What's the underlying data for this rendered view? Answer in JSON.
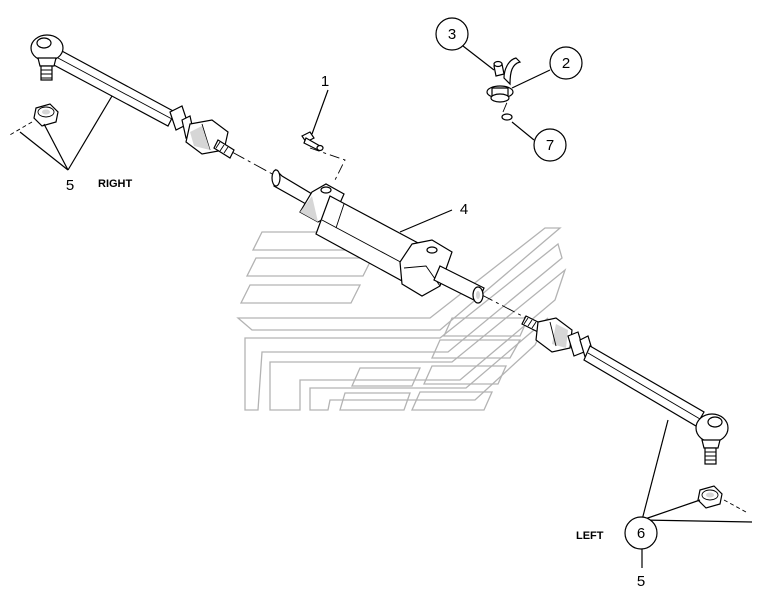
{
  "diagram": {
    "labels": {
      "right": "RIGHT",
      "left": "LEFT"
    },
    "callouts": {
      "c1": "1",
      "c2": "2",
      "c3": "3",
      "c4": "4",
      "c5_right": "5",
      "c5_left": "5",
      "c6": "6",
      "c7": "7"
    },
    "colors": {
      "line": "#000000",
      "watermark": "#b3b3b3",
      "background": "#ffffff"
    }
  }
}
